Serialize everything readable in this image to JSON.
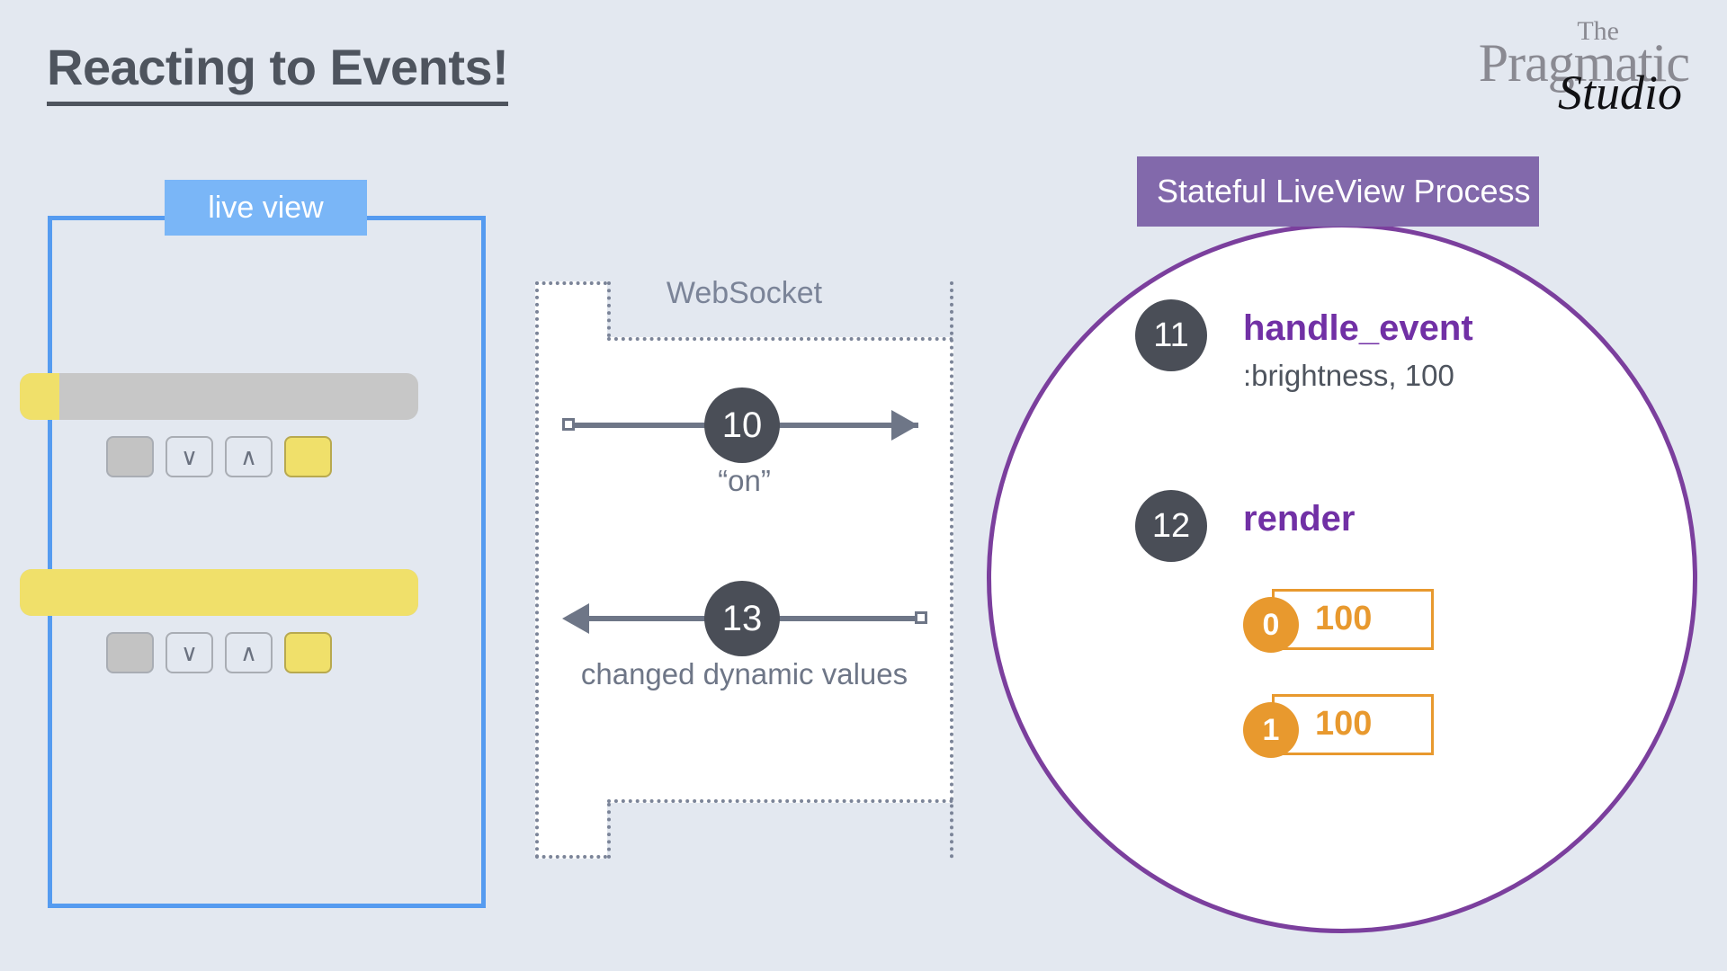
{
  "slide": {
    "title": "Reacting to Events!",
    "background_color": "#e3e8f0"
  },
  "logo": {
    "line1": "The",
    "line2": "Pragmatic",
    "line3": "Studio",
    "gray": "#8a8a92",
    "black": "#111114"
  },
  "live_view": {
    "tab_label": "live view",
    "tab_color": "#7ab6f7",
    "border_color": "#559bf0",
    "meters": [
      {
        "name": "meter-partial",
        "fill_percent": 10,
        "fill_color": "#f0e06a",
        "track_color": "#c7c7c7",
        "buttons": [
          {
            "name": "off-button",
            "label": "",
            "style": "gray"
          },
          {
            "name": "decrease-button",
            "label": "∨",
            "style": "outline"
          },
          {
            "name": "increase-button",
            "label": "∧",
            "style": "outline"
          },
          {
            "name": "on-button",
            "label": "",
            "style": "yellow"
          }
        ]
      },
      {
        "name": "meter-full",
        "fill_percent": 100,
        "fill_color": "#f0e06a",
        "track_color": "#c7c7c7",
        "buttons": [
          {
            "name": "off-button",
            "label": "",
            "style": "gray"
          },
          {
            "name": "decrease-button",
            "label": "∨",
            "style": "outline"
          },
          {
            "name": "increase-button",
            "label": "∧",
            "style": "outline"
          },
          {
            "name": "on-button",
            "label": "",
            "style": "yellow"
          }
        ]
      }
    ]
  },
  "websocket": {
    "label": "WebSocket",
    "line_color": "#6e7687",
    "flows": [
      {
        "step": "10",
        "caption": "“on”",
        "direction": "right"
      },
      {
        "step": "13",
        "caption": "changed dynamic values",
        "direction": "left"
      }
    ]
  },
  "process": {
    "header_label": "Stateful LiveView Process",
    "header_color": "#8269ab",
    "circle_border_color": "#7b3f9d",
    "steps": [
      {
        "step": "11",
        "function": "handle_event",
        "args": ":brightness, 100"
      },
      {
        "step": "12",
        "function": "render",
        "args": ""
      }
    ],
    "dynamic_values": [
      {
        "index": "0",
        "value": "100"
      },
      {
        "index": "1",
        "value": "100"
      }
    ],
    "accent_color": "#e8992e",
    "function_color": "#7130a5"
  }
}
